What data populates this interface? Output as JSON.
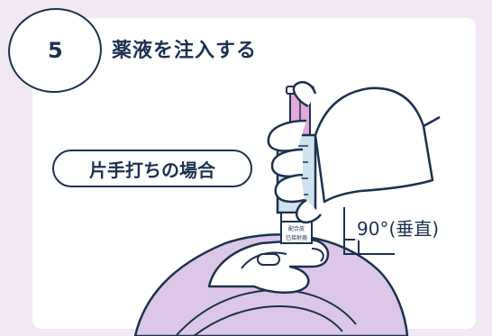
{
  "step": {
    "number": "5",
    "title": "薬液を注入する"
  },
  "case_label": "片手打ちの場合",
  "angle_label": "90°(垂直)",
  "syringe_label": {
    "line1": "配合皮",
    "line2": "已接射器"
  },
  "colors": {
    "background": "#f1e8f3",
    "card": "#ffffff",
    "outline": "#1d3150",
    "skin": "#ffffff",
    "belly": "#dcc8e6",
    "plunger": "#e3a9d9",
    "syringe_fill": "#cfe3ee"
  }
}
